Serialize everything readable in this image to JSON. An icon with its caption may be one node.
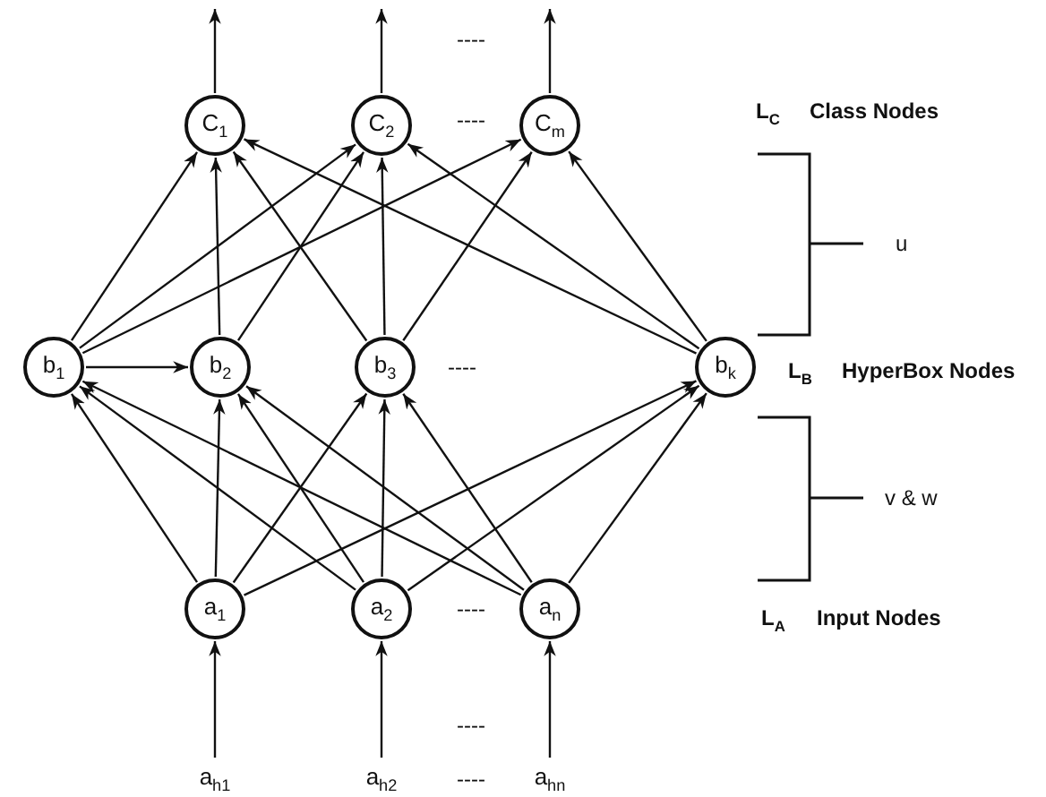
{
  "diagram": {
    "nodes": [
      {
        "text": [
          "C$_{1}$"
        ]
      },
      {
        "text": [
          "C$_{2}$"
        ]
      },
      {
        "text": [
          "C$_{m}$"
        ]
      },
      {
        "text": [
          "b$_{1}$"
        ]
      },
      {
        "text": [
          "b$_{2}$"
        ]
      },
      {
        "text": [
          "b$_{3}$"
        ]
      },
      {
        "text": [
          "b$_{k}$"
        ]
      },
      {
        "text": [
          "a$_{1}$"
        ]
      },
      {
        "text": [
          "a$_{2}$"
        ]
      },
      {
        "text": [
          "a$_{n}$"
        ]
      },
      {
        "text": [
          "a$_{h1}$"
        ]
      },
      {
        "text": [
          "a$_{h2}$"
        ]
      },
      {
        "text": [
          "a$_{hn}$"
        ]
      }
    ],
    "edges": [
      {
        "from": 0,
        "to": null,
        "arrow": "to"
      },
      {
        "from": 1,
        "to": null,
        "arrow": "to"
      },
      {
        "from": 2,
        "to": null,
        "arrow": "to"
      },
      {
        "from": 3,
        "to": 0,
        "arrow": "to"
      },
      {
        "from": 3,
        "to": 1,
        "arrow": "to"
      },
      {
        "from": 3,
        "to": 2,
        "arrow": "to"
      },
      {
        "from": 4,
        "to": 0,
        "arrow": "to"
      },
      {
        "from": 4,
        "to": 1,
        "arrow": "to"
      },
      {
        "from": 5,
        "to": 0,
        "arrow": "to"
      },
      {
        "from": 5,
        "to": 1,
        "arrow": "to"
      },
      {
        "from": 5,
        "to": 2,
        "arrow": "to"
      },
      {
        "from": 6,
        "to": 0,
        "arrow": "to"
      },
      {
        "from": 6,
        "to": 1,
        "arrow": "to"
      },
      {
        "from": 6,
        "to": 2,
        "arrow": "to"
      },
      {
        "from": 3,
        "to": 4,
        "arrow": "to"
      },
      {
        "from": 7,
        "to": 3,
        "arrow": "to"
      },
      {
        "from": 7,
        "to": 4,
        "arrow": "to"
      },
      {
        "from": 7,
        "to": 5,
        "arrow": "to"
      },
      {
        "from": 7,
        "to": 6,
        "arrow": "to"
      },
      {
        "from": 8,
        "to": 3,
        "arrow": "to"
      },
      {
        "from": 8,
        "to": 4,
        "arrow": "to"
      },
      {
        "from": 8,
        "to": 5,
        "arrow": "to"
      },
      {
        "from": 8,
        "to": 6,
        "arrow": "to"
      },
      {
        "from": 9,
        "to": 3,
        "arrow": "to"
      },
      {
        "from": 9,
        "to": 4,
        "arrow": "to"
      },
      {
        "from": 9,
        "to": 5,
        "arrow": "to"
      },
      {
        "from": 9,
        "to": 6,
        "arrow": "to"
      },
      {
        "from": 10,
        "to": 7,
        "arrow": "to"
      },
      {
        "from": 11,
        "to": 8,
        "arrow": "to"
      },
      {
        "from": 12,
        "to": 9,
        "arrow": "to"
      }
    ],
    "labels": [
      "----",
      "----",
      "L$_{C}$",
      "Class Nodes",
      "u",
      "----",
      "L$_{B}$",
      "HyperBox Nodes",
      "v & w",
      "----",
      "L$_{A}$",
      "Input Nodes",
      "----",
      "----"
    ]
  }
}
